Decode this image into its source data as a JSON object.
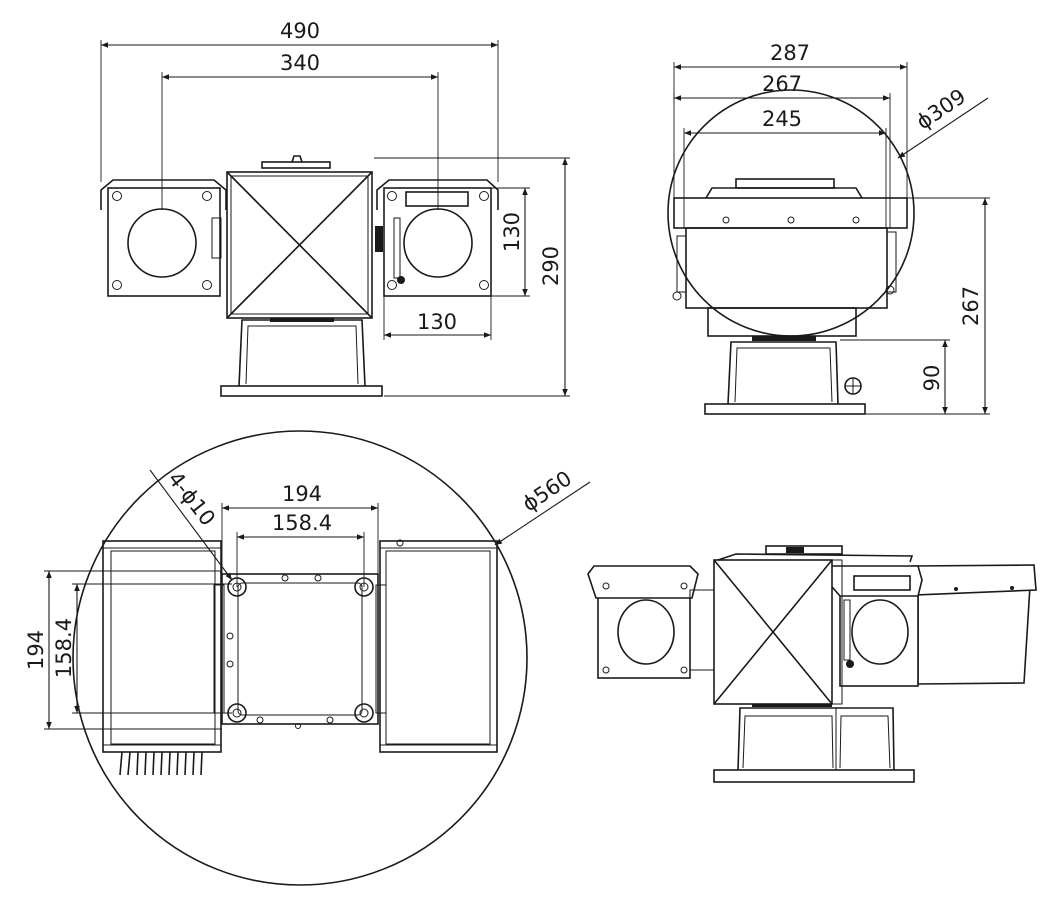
{
  "dimensions": {
    "front_view": {
      "overall_width": "490",
      "lens_spacing": "340",
      "window_height": "130",
      "overall_height": "290",
      "window_width": "130"
    },
    "side_view": {
      "depth_outer": "287",
      "depth_mid": "267",
      "depth_inner": "245",
      "swing_diameter": "ϕ309",
      "height": "267",
      "base_height": "90"
    },
    "top_view": {
      "hole_callout": "4-ϕ10",
      "bolt_pattern_outer": "194",
      "bolt_pattern_inner": "158.4",
      "bolt_pattern_outer_vertical": "194",
      "bolt_pattern_inner_vertical": "158.4",
      "swing_diameter": "ϕ560"
    }
  }
}
